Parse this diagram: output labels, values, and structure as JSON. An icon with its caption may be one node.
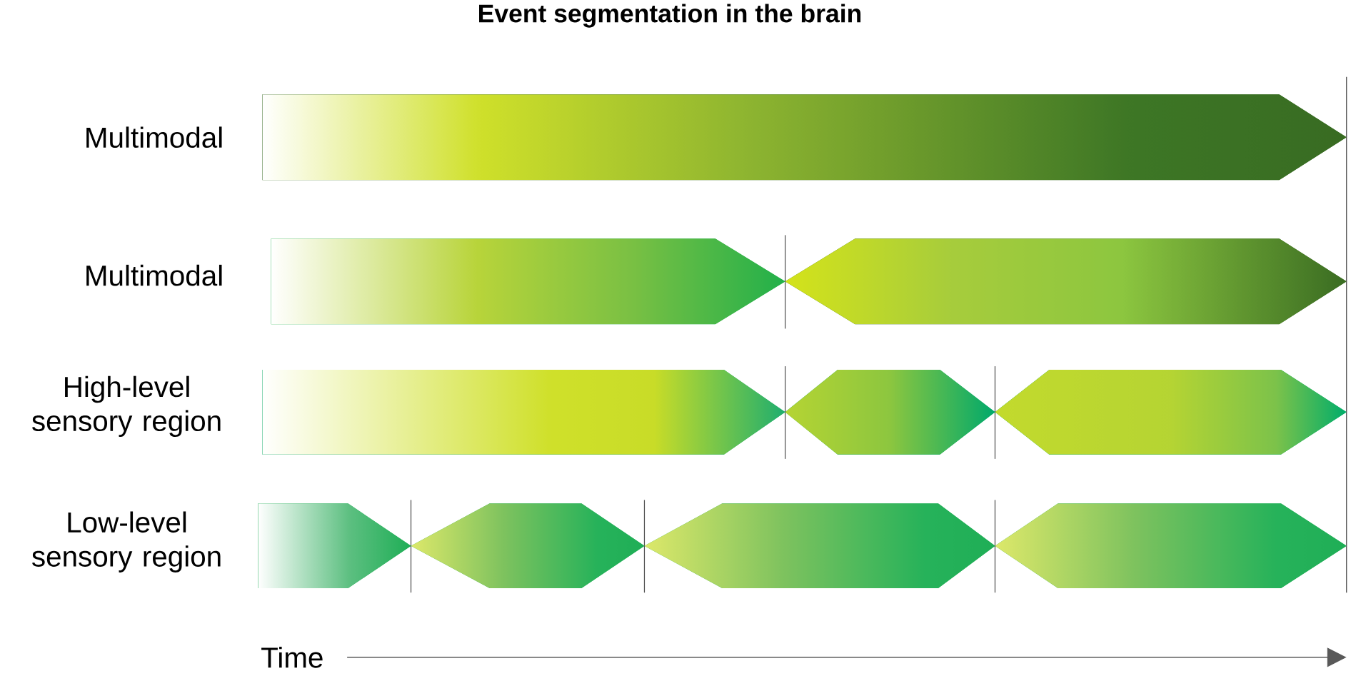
{
  "diagram": {
    "title": "Event segmentation in the brain",
    "nodes": [
      {
        "text": [],
        "shape": "bar"
      },
      {
        "text": [],
        "shape": "bar"
      },
      {
        "text": [],
        "shape": "bar"
      },
      {
        "text": [],
        "shape": "bar"
      },
      {
        "text": [],
        "shape": "bar"
      },
      {
        "text": [],
        "shape": "bar"
      },
      {
        "text": [],
        "shape": "bar"
      },
      {
        "text": [],
        "shape": "bar"
      },
      {
        "text": [],
        "shape": "bar"
      },
      {
        "text": [],
        "shape": "bar"
      }
    ],
    "edges": [],
    "labels": [
      "Multimodal",
      "Multimodal",
      "High-level sensory region",
      "Low-level sensory region",
      "Time"
    ]
  }
}
